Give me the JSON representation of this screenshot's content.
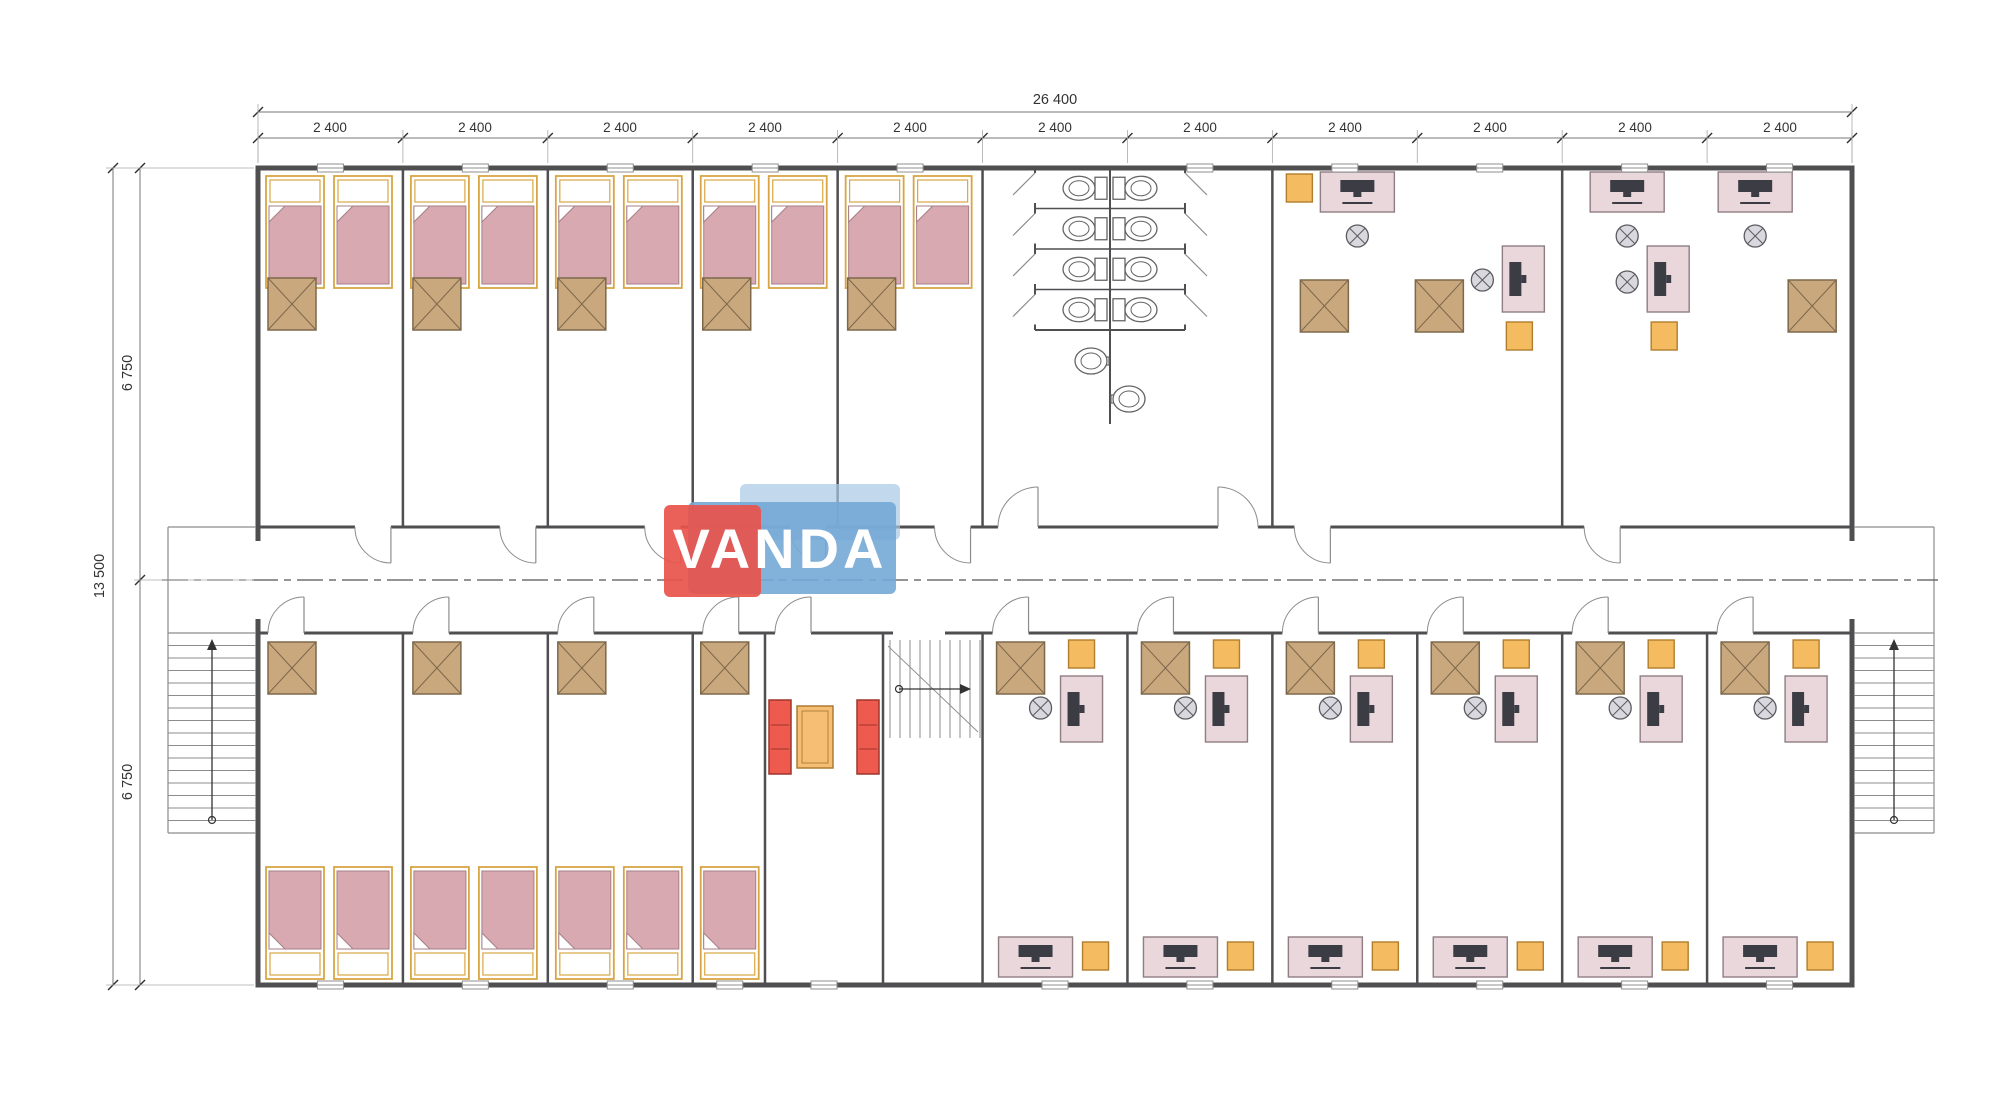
{
  "dimensions": {
    "total_width_label": "26 400",
    "bay_labels": [
      "2 400",
      "2 400",
      "2 400",
      "2 400",
      "2 400",
      "2 400",
      "2 400",
      "2 400",
      "2 400",
      "2 400",
      "2 400"
    ],
    "total_height_label": "13 500",
    "upper_half_label": "6 750",
    "lower_half_label": "6 750"
  },
  "watermark": {
    "text": "VANDA",
    "red": "#e8544c",
    "blue": "#74a9d6",
    "blue_light": "#a6c8e6",
    "text_color": "#ffffff"
  },
  "plan": {
    "bays": 11,
    "top_bedrooms": 5,
    "beds_per_top_bedroom": 2,
    "bottom_bedrooms": 4,
    "toilet_stalls": 8,
    "sinks": 2,
    "top_offices": 2,
    "bottom_offices": 6
  },
  "colors": {
    "wall": "#4f4f52",
    "thin_line": "#8c8c8c",
    "door_line": "#8c8c8c",
    "window_line": "#8f8f8f",
    "dim_line": "#777777",
    "ext_line": "#aaaaaa",
    "tick": "#2f2f2f",
    "centerline": "#555555",
    "bed_frame": "#d9a544",
    "bed_mattress": "#d9a9b2",
    "bed_mattress_stroke": "#a57f87",
    "wardrobe_fill": "#c9a87e",
    "wardrobe_stroke": "#7d684c",
    "desk_fill": "#e9d7dc",
    "desk_stroke": "#8f7d84",
    "monitor": "#3c3c45",
    "chair_fill": "#d8d8de",
    "chair_stroke": "#5a5a60",
    "cabinet_yellow": "#f5bb60",
    "cabinet_yellow_stroke": "#b07e2c",
    "sofa_fill": "#ef5a4e",
    "sofa_stroke": "#9e352c",
    "table_fill": "#f6bd74",
    "table_stroke": "#ab7b33",
    "fixture_stroke": "#646464",
    "stair_arrow": "#333333"
  }
}
